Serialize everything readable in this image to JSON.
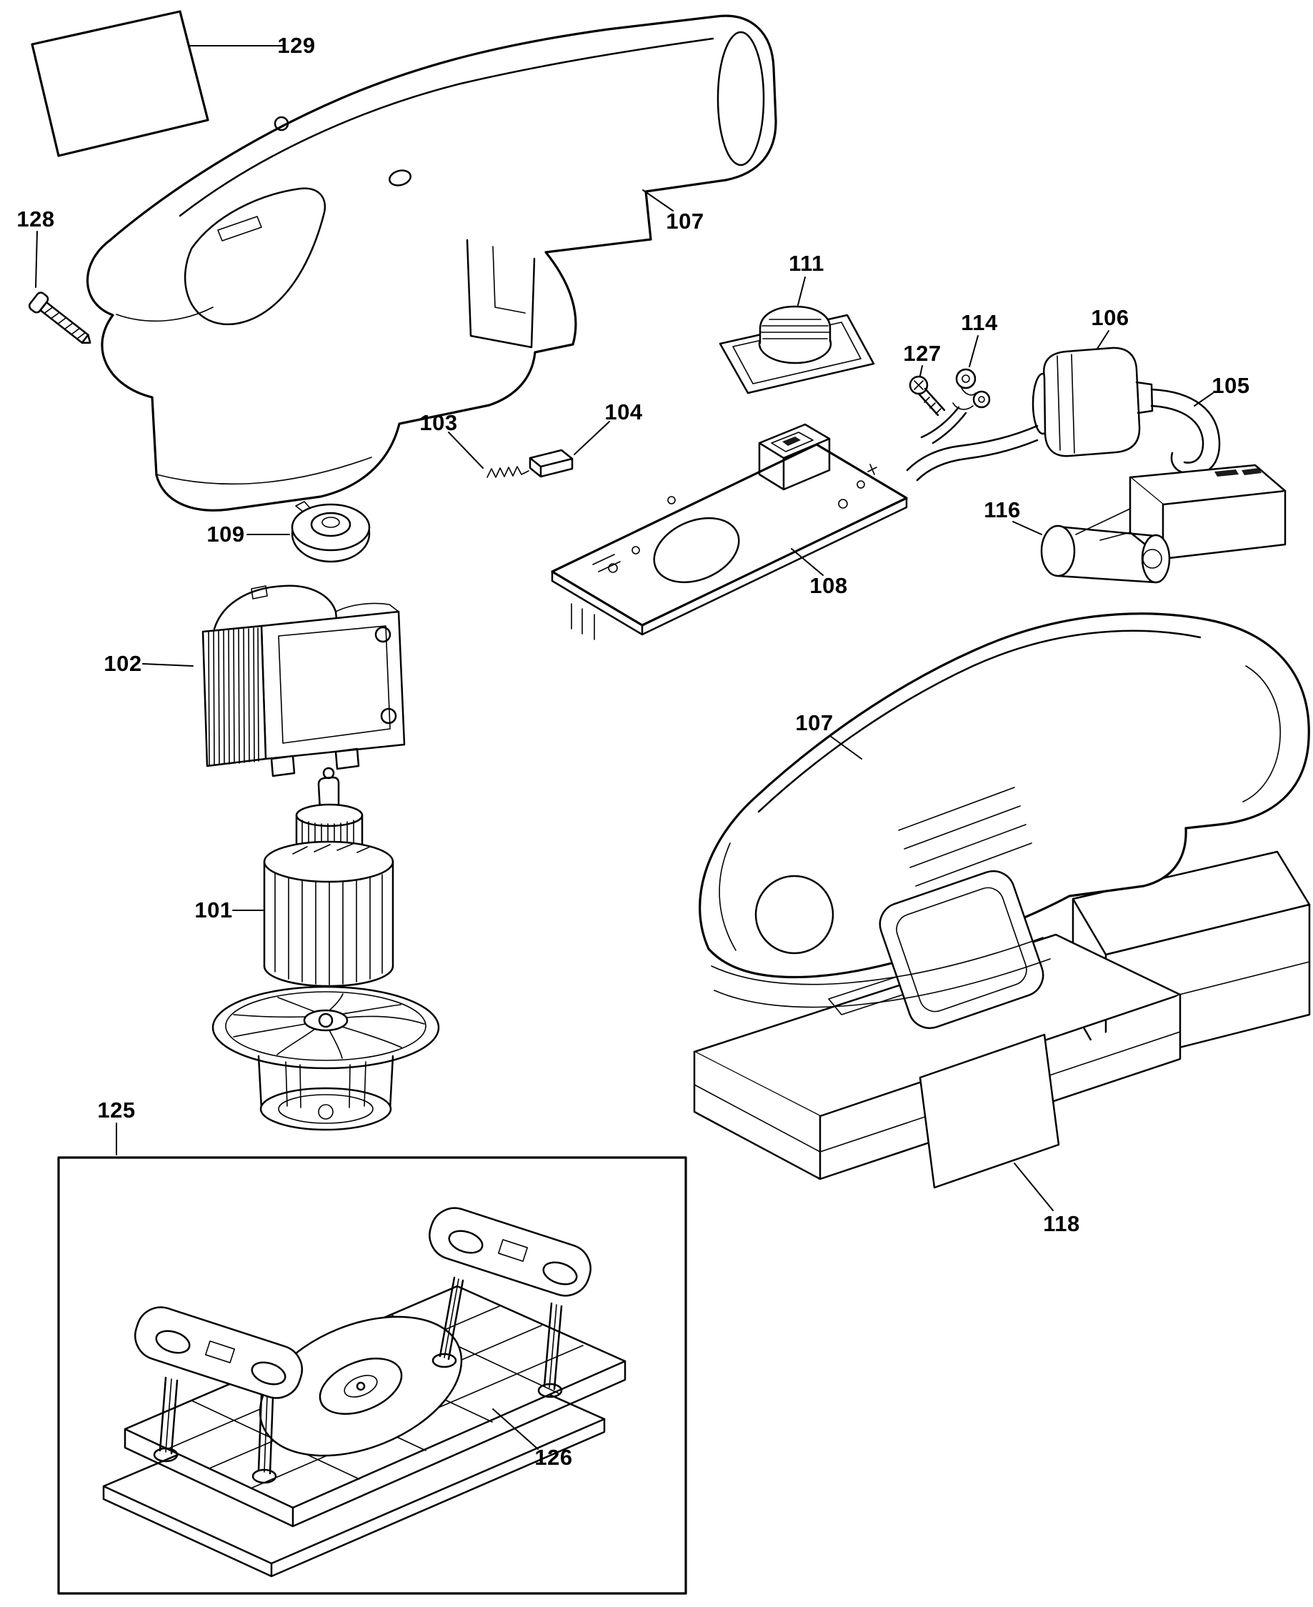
{
  "figure": {
    "kind": "exploded-parts-diagram",
    "ink_color": "#000000",
    "background_color": "#ffffff"
  },
  "labels": {
    "p129": "129",
    "p128": "128",
    "p107_top": "107",
    "p111": "111",
    "p127": "127",
    "p114": "114",
    "p106": "106",
    "p105": "105",
    "p103": "103",
    "p104": "104",
    "p109": "109",
    "p116": "116",
    "p108": "108",
    "p102": "102",
    "p107_assembled": "107",
    "p101": "101",
    "p125": "125",
    "p118": "118",
    "p126": "126"
  }
}
